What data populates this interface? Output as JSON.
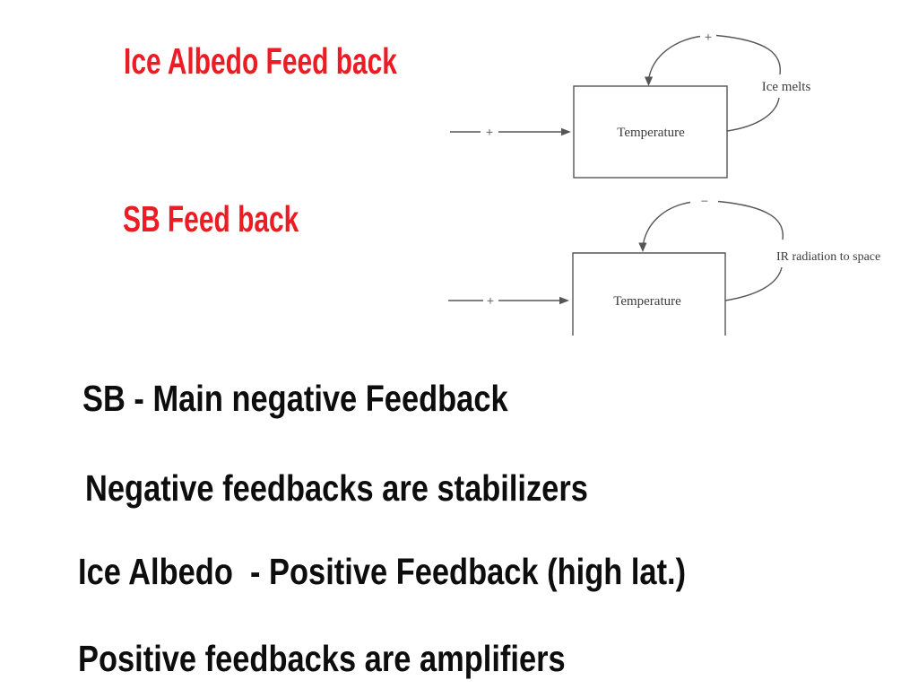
{
  "colors": {
    "background": "#ffffff",
    "heading_red": "#ec1c24",
    "body_text": "#0d0d0d",
    "diagram_line": "#565656",
    "diagram_text": "#3d3d3d"
  },
  "headings": {
    "ice_albedo": "Ice Albedo Feed back",
    "sb": "SB Feed back"
  },
  "diagram_ice_albedo": {
    "box_label": "Temperature",
    "input_sign": "+",
    "loop_sign": "+",
    "loop_label": "Ice melts"
  },
  "diagram_sb": {
    "box_label": "Temperature",
    "input_sign": "+",
    "loop_sign": "−",
    "loop_label": "IR radiation to space"
  },
  "body_lines": {
    "line1": "SB - Main negative Feedback",
    "line2": "Negative feedbacks are stabilizers",
    "line3": "Ice Albedo  - Positive Feedback (high lat.)",
    "line4": "Positive feedbacks are amplifiers"
  }
}
